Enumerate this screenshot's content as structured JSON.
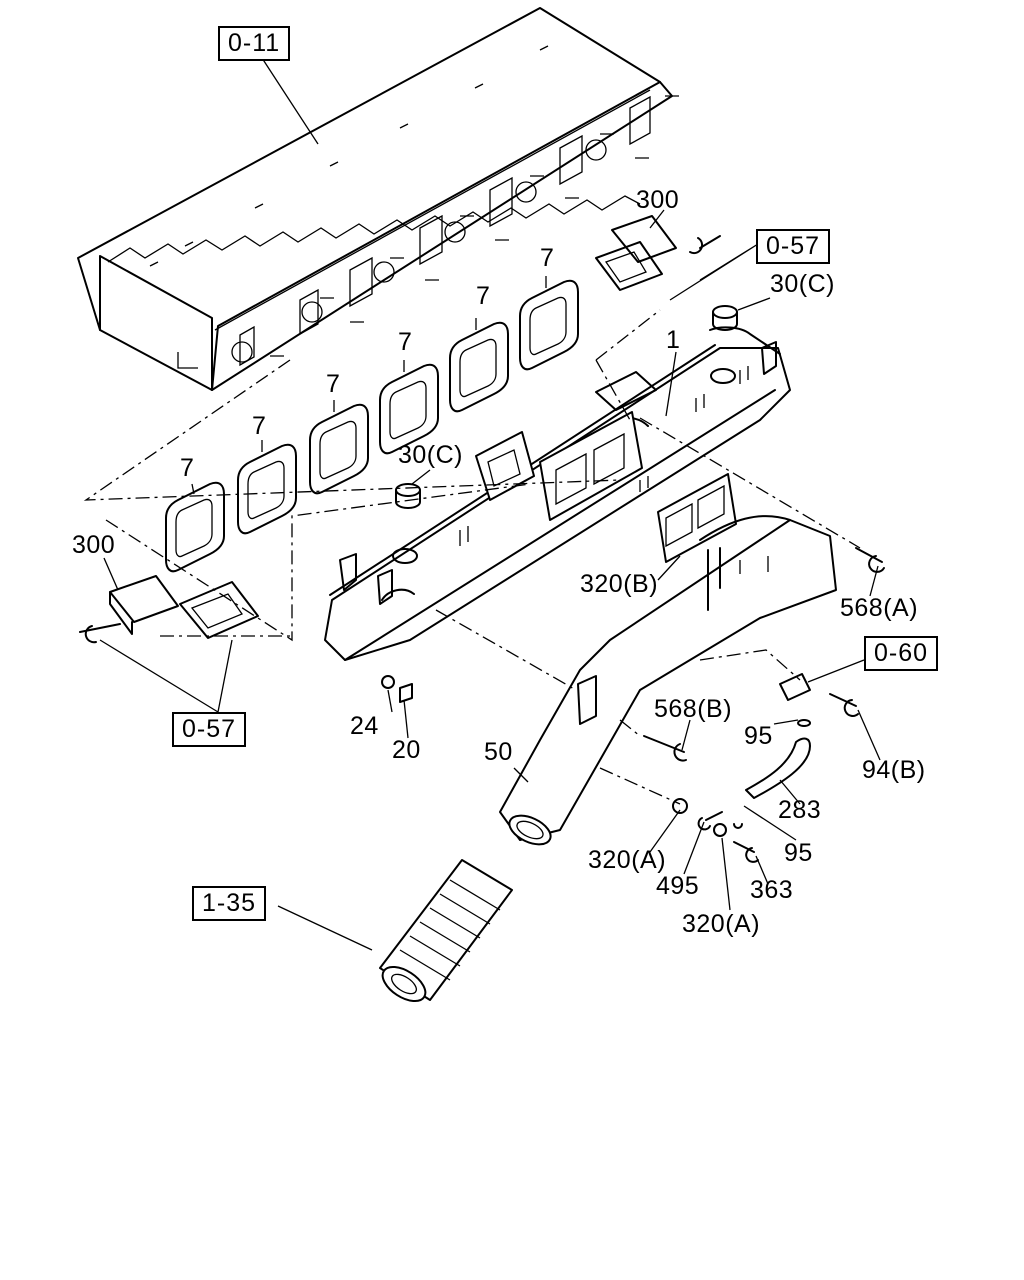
{
  "boxes": {
    "b011": "0-11",
    "b057a": "0-57",
    "b057b": "0-57",
    "b060": "0-60",
    "b135": "1-35"
  },
  "labels": {
    "l300a": "300",
    "l300b": "300",
    "l30ca": "30(C)",
    "l30cb": "30(C)",
    "l1": "1",
    "l7a": "7",
    "l7b": "7",
    "l7c": "7",
    "l7d": "7",
    "l7e": "7",
    "l7f": "7",
    "l320b": "320(B)",
    "l568a": "568(A)",
    "l568b": "568(B)",
    "l24": "24",
    "l20": "20",
    "l50": "50",
    "l95a": "95",
    "l95b": "95",
    "l94b": "94(B)",
    "l283": "283",
    "l320a1": "320(A)",
    "l320a2": "320(A)",
    "l495": "495",
    "l363": "363"
  }
}
